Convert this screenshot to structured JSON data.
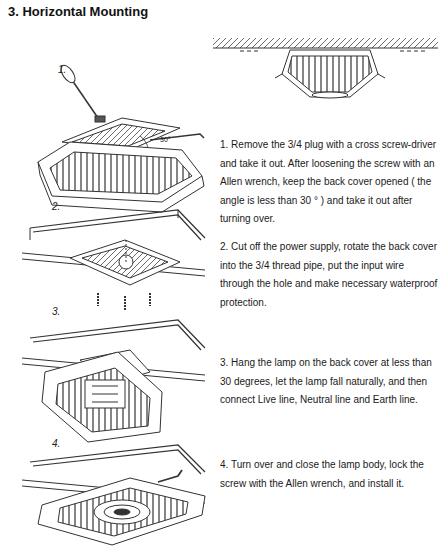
{
  "diagram": {
    "title": "3. Horizontal Mounting",
    "labels": [
      "1.",
      "30°",
      "1. Remove the 3/4 plug with a cross screw-driver and take it out. After loosening the screw with an Allen wrench, keep the back cover opened ( the angle is less than 30 ° ) and take it out after turning over.",
      "2.",
      "2. Cut off the power supply, rotate the back cover into the 3/4 thread pipe, put the input wire through the hole and make necessary waterproof protection.",
      "3.",
      "3. Hang the lamp on the back cover at less than 30 degrees, let the lamp fall naturally, and then connect Live line, Neutral line and Earth line.",
      "4.",
      "4. Turn over and close the lamp body, lock the screw with the Allen wrench, and install it."
    ]
  }
}
